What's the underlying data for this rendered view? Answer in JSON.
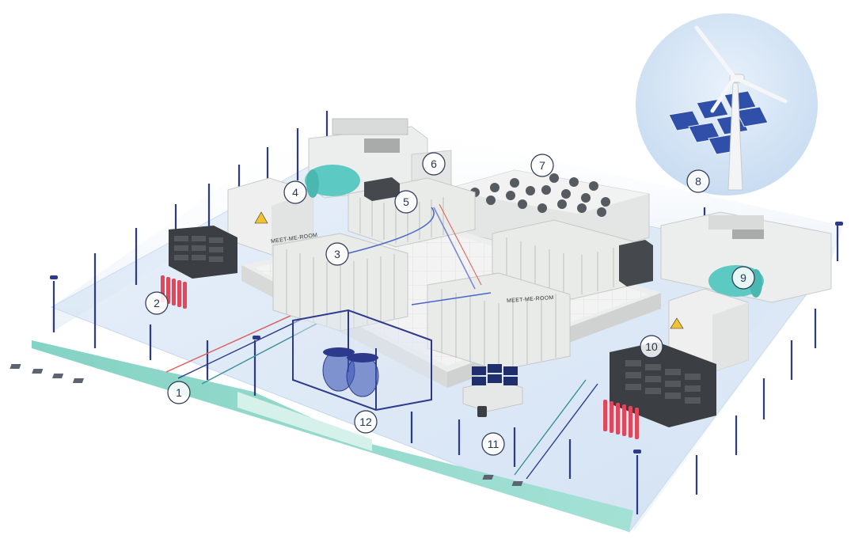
{
  "diagram": {
    "signs": {
      "meet_me_room_left": "MEET-ME-ROOM",
      "meet_me_room_right": "MEET-ME-ROOM"
    },
    "callouts": [
      "1",
      "2",
      "3",
      "4",
      "5",
      "6",
      "7",
      "8",
      "9",
      "10",
      "11",
      "12"
    ],
    "colors": {
      "floor": "#dfeaf7",
      "accent_teal": "#8fd6c9",
      "fence": "#2d3a8c",
      "rack": "#e9ebe8",
      "extinguisher": "#e0475a",
      "solar": "#2f4fa8"
    },
    "icons": [
      "wind-turbine-icon",
      "solar-panel-icon",
      "fire-extinguisher-icon",
      "electrical-hazard-icon",
      "monitor-icon",
      "security-camera-icon"
    ]
  }
}
